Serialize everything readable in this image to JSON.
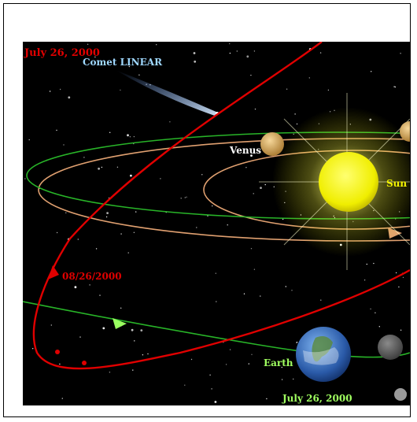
{
  "labels": {
    "date_top": "July 26, 2000",
    "comet": "Comet LINEAR",
    "venus": "Venus",
    "sun": "Sun",
    "comet_date": "08/26/2000",
    "earth": "Earth",
    "date_bottom": "July 26, 2000"
  },
  "colors": {
    "comet_orbit": "#e00000",
    "earth_orbit": "#28b428",
    "venus_orbit": "#e0a070",
    "sun": "#f2f200",
    "comet_label": "#9fd8ff",
    "earth_label": "#a0ff60"
  }
}
